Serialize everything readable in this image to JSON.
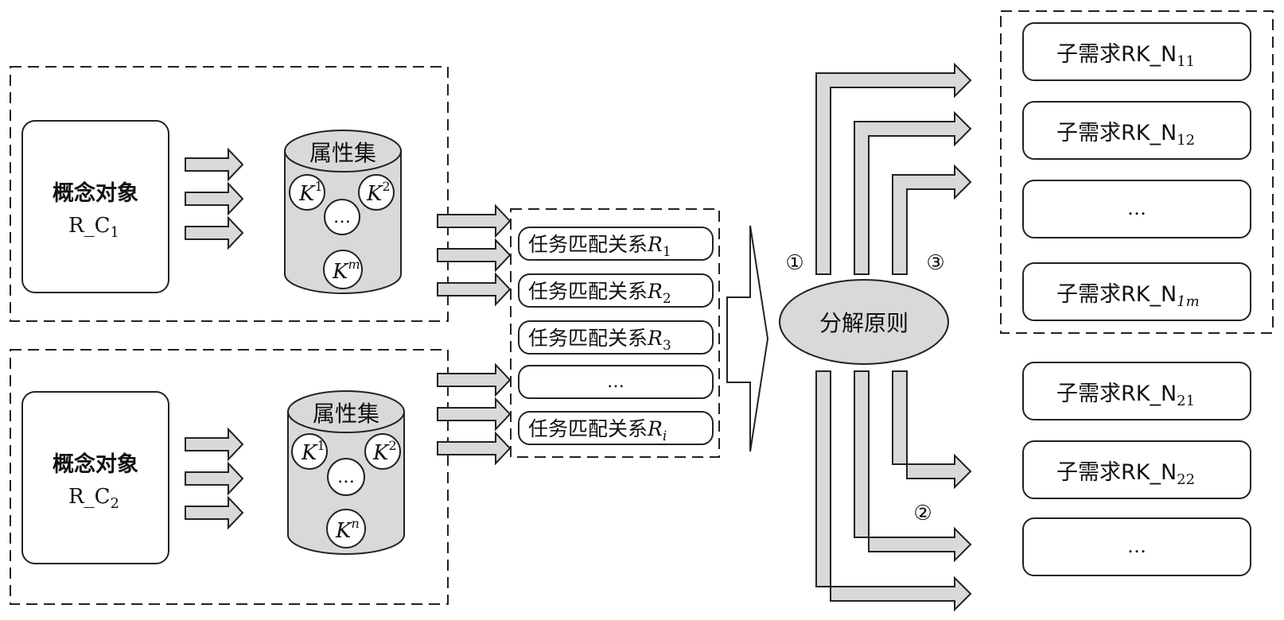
{
  "groups": [
    {
      "concept": {
        "title": "概念对象",
        "name": "R_C",
        "sub": "1"
      },
      "attributes": {
        "title": "属性集",
        "items": [
          {
            "base": "K",
            "sup": "1"
          },
          {
            "base": "K",
            "sup": "2"
          },
          {
            "base": "…",
            "sup": ""
          },
          {
            "base": "K",
            "sup": "m"
          }
        ]
      }
    },
    {
      "concept": {
        "title": "概念对象",
        "name": "R_C",
        "sub": "2"
      },
      "attributes": {
        "title": "属性集",
        "items": [
          {
            "base": "K",
            "sup": "1"
          },
          {
            "base": "K",
            "sup": "2"
          },
          {
            "base": "…",
            "sup": ""
          },
          {
            "base": "K",
            "sup": "n"
          }
        ]
      }
    }
  ],
  "relations": [
    {
      "label": "任务匹配关系",
      "var": "R",
      "sub": "1"
    },
    {
      "label": "任务匹配关系",
      "var": "R",
      "sub": "2"
    },
    {
      "label": "任务匹配关系",
      "var": "R",
      "sub": "3"
    },
    {
      "label": "…",
      "var": "",
      "sub": ""
    },
    {
      "label": "任务匹配关系",
      "var": "R",
      "sub": "i"
    }
  ],
  "principle": {
    "label": "分解原则"
  },
  "markers": [
    "①",
    "②",
    "③"
  ],
  "subreqs_group1": [
    {
      "label": "子需求RK_N",
      "sub": "11"
    },
    {
      "label": "子需求RK_N",
      "sub": "12"
    },
    {
      "label": "…",
      "sub": ""
    },
    {
      "label": "子需求RK_N",
      "sub": "1m"
    }
  ],
  "subreqs_group2": [
    {
      "label": "子需求RK_N",
      "sub": "21"
    },
    {
      "label": "子需求RK_N",
      "sub": "22"
    },
    {
      "label": "…",
      "sub": ""
    }
  ]
}
